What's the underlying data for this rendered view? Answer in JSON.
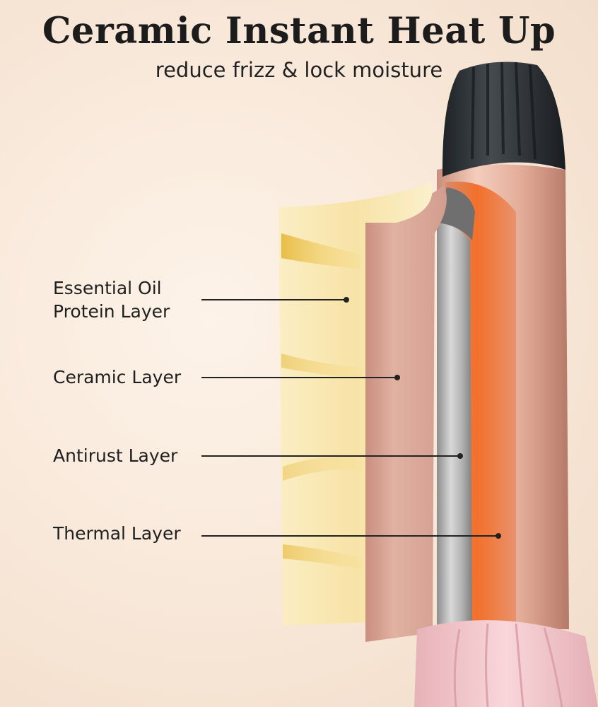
{
  "header": {
    "title": "Ceramic Instant Heat Up",
    "subtitle": "reduce frizz & lock moisture"
  },
  "layers": [
    {
      "line1": "Essential Oil",
      "line2": "Protein Layer"
    },
    {
      "line1": "Ceramic Layer",
      "line2": ""
    },
    {
      "line1": "Antirust Layer",
      "line2": ""
    },
    {
      "line1": "Thermal Layer",
      "line2": ""
    }
  ],
  "colors": {
    "background": "#f7e6d6",
    "oil_layer": "#f6e4b0",
    "ceramic_layer": "#d9a898",
    "antirust_layer": "#a9a9a9",
    "thermal_layer": "#f07a3a",
    "barrel": "#e8b7a3",
    "cap": "#2f3336",
    "handle": "#f3c9cd"
  }
}
